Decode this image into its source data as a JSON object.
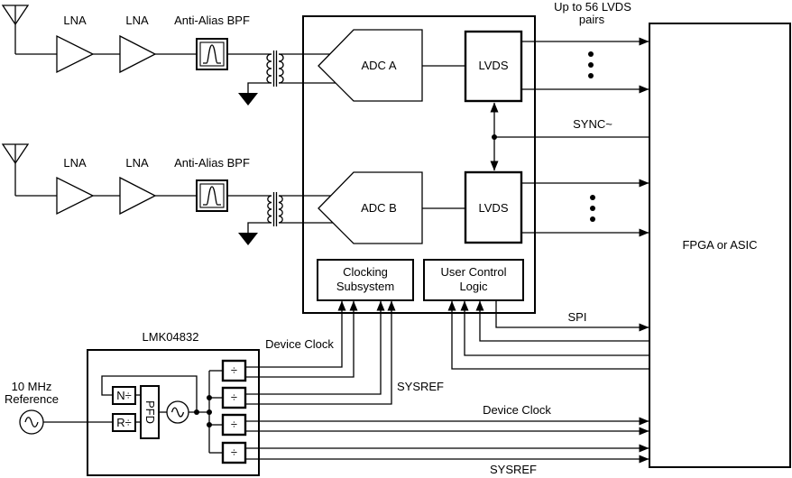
{
  "colors": {
    "line": "#000000",
    "background": "#ffffff"
  },
  "blocks": {
    "lna": "LNA",
    "bpf": "Anti-Alias BPF",
    "adc_a": "ADC A",
    "adc_b": "ADC B",
    "lvds": "LVDS",
    "clocking": [
      "Clocking",
      "Subsystem"
    ],
    "user_control": [
      "User Control",
      "Logic"
    ],
    "fpga": "FPGA or ASIC",
    "lmk": "LMK04832",
    "n_divider": "N÷",
    "r_divider": "R÷",
    "pfd": "PFD",
    "output_divider": "÷"
  },
  "signals": {
    "lvds_pairs": [
      "Up to 56 LVDS",
      "pairs"
    ],
    "sync": "SYNC~",
    "spi": "SPI",
    "device_clock": "Device Clock",
    "sysref": "SYSREF",
    "reference": [
      "10 MHz",
      "Reference"
    ]
  }
}
